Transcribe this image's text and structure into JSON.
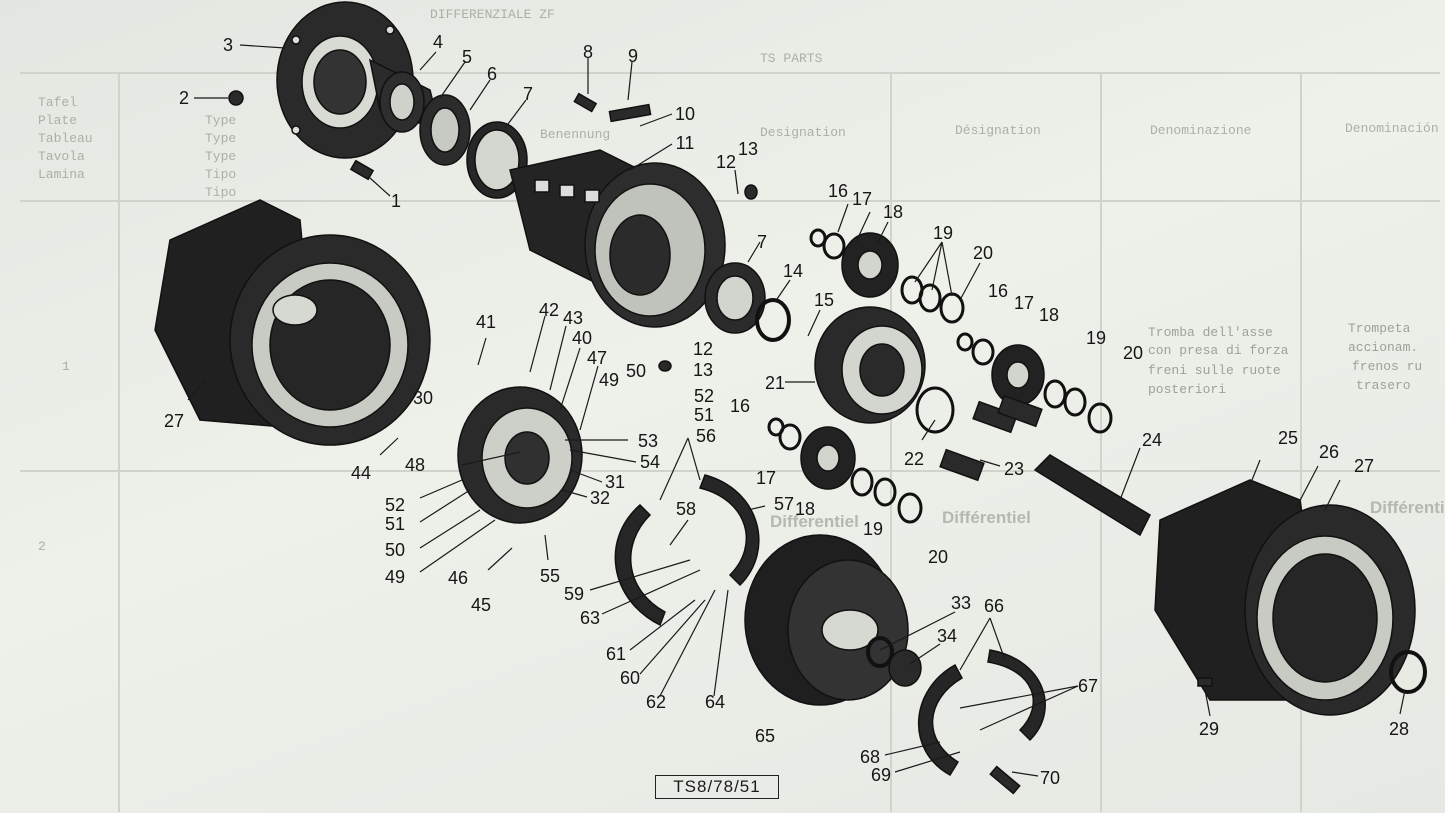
{
  "header": {
    "title_fragment": "DIFFERENZIALE ZF",
    "column_header": "TS PARTS",
    "row_labels": [
      "Tafel",
      "Plate",
      "Tableau",
      "Tavola",
      "Lamina"
    ],
    "row_types": [
      "Type",
      "Type",
      "Type",
      "Tipo",
      "Tipo"
    ],
    "col_heads": [
      "Benennung",
      "Designation",
      "Désignation",
      "Denominazione",
      "Denominación"
    ],
    "row_numbers": [
      "1",
      "2"
    ]
  },
  "translations": {
    "it": [
      "Tromba dell'asse",
      "con presa di forza",
      "freni sulle ruote",
      "posteriori"
    ],
    "es": [
      "Trompeta",
      "accionam.",
      "frenos ru",
      "trasero"
    ],
    "fr": [
      "Différentiel",
      "Différentiel"
    ],
    "de": [
      "Differentiel"
    ]
  },
  "reference_code": "TS8/78/51",
  "callouts": [
    "1",
    "2",
    "3",
    "4",
    "5",
    "6",
    "7",
    "7",
    "8",
    "9",
    "10",
    "11",
    "12",
    "12",
    "13",
    "13",
    "14",
    "15",
    "16",
    "16",
    "16",
    "17",
    "17",
    "17",
    "18",
    "18",
    "18",
    "19",
    "19",
    "19",
    "20",
    "20",
    "20",
    "21",
    "22",
    "23",
    "24",
    "25",
    "26",
    "27",
    "27",
    "28",
    "29",
    "30",
    "31",
    "32",
    "33",
    "34",
    "40",
    "41",
    "42",
    "43",
    "44",
    "45",
    "46",
    "47",
    "48",
    "49",
    "49",
    "50",
    "50",
    "51",
    "51",
    "52",
    "52",
    "53",
    "54",
    "55",
    "56",
    "57",
    "58",
    "59",
    "60",
    "61",
    "62",
    "63",
    "64",
    "65",
    "66",
    "67",
    "68",
    "69",
    "70"
  ]
}
